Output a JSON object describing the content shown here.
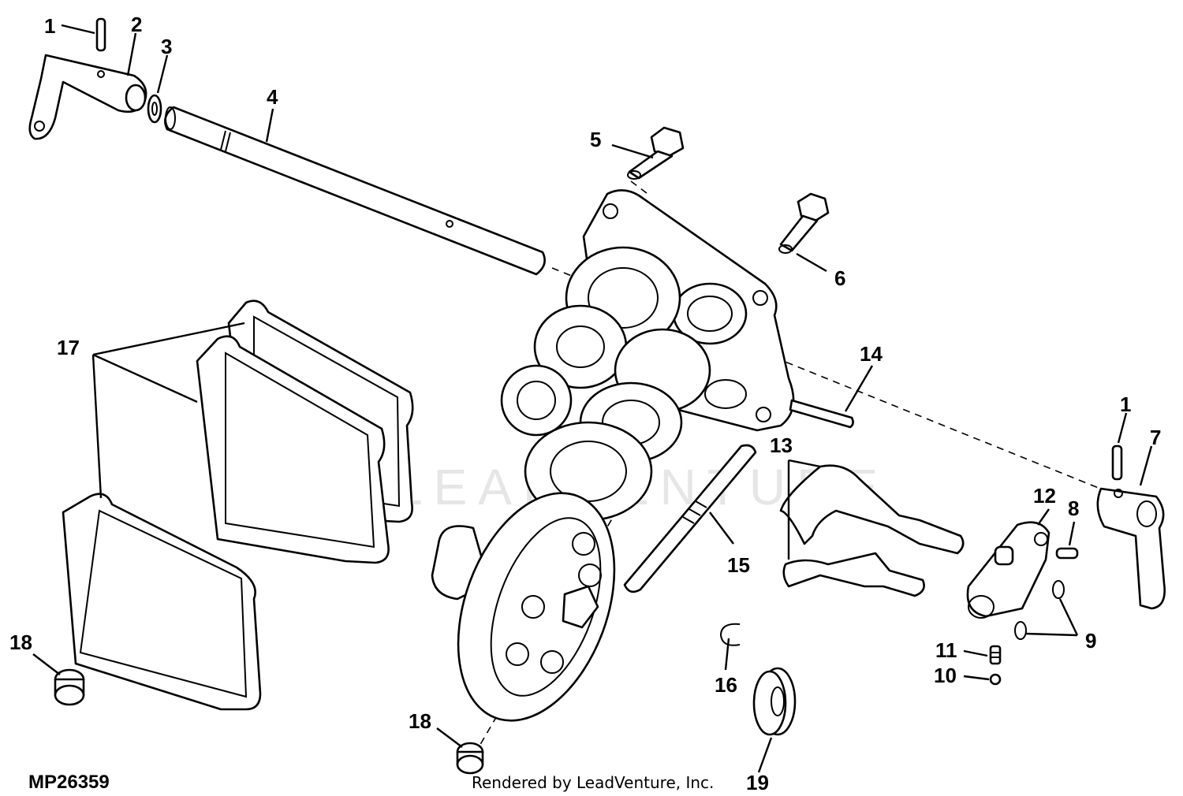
{
  "diagram": {
    "figure_id": "MP26359",
    "credit": "Rendered by LeadVenture, Inc.",
    "watermark": "LEADVENTURE",
    "callouts": [
      {
        "id": "c1a",
        "label": "1"
      },
      {
        "id": "c2",
        "label": "2"
      },
      {
        "id": "c3",
        "label": "3"
      },
      {
        "id": "c4",
        "label": "4"
      },
      {
        "id": "c5",
        "label": "5"
      },
      {
        "id": "c6",
        "label": "6"
      },
      {
        "id": "c7",
        "label": "7"
      },
      {
        "id": "c1b",
        "label": "1"
      },
      {
        "id": "c8",
        "label": "8"
      },
      {
        "id": "c9",
        "label": "9"
      },
      {
        "id": "c10",
        "label": "10"
      },
      {
        "id": "c11",
        "label": "11"
      },
      {
        "id": "c12",
        "label": "12"
      },
      {
        "id": "c13",
        "label": "13"
      },
      {
        "id": "c14",
        "label": "14"
      },
      {
        "id": "c15",
        "label": "15"
      },
      {
        "id": "c16",
        "label": "16"
      },
      {
        "id": "c17",
        "label": "17"
      },
      {
        "id": "c18a",
        "label": "18"
      },
      {
        "id": "c18b",
        "label": "18"
      },
      {
        "id": "c19",
        "label": "19"
      }
    ]
  }
}
